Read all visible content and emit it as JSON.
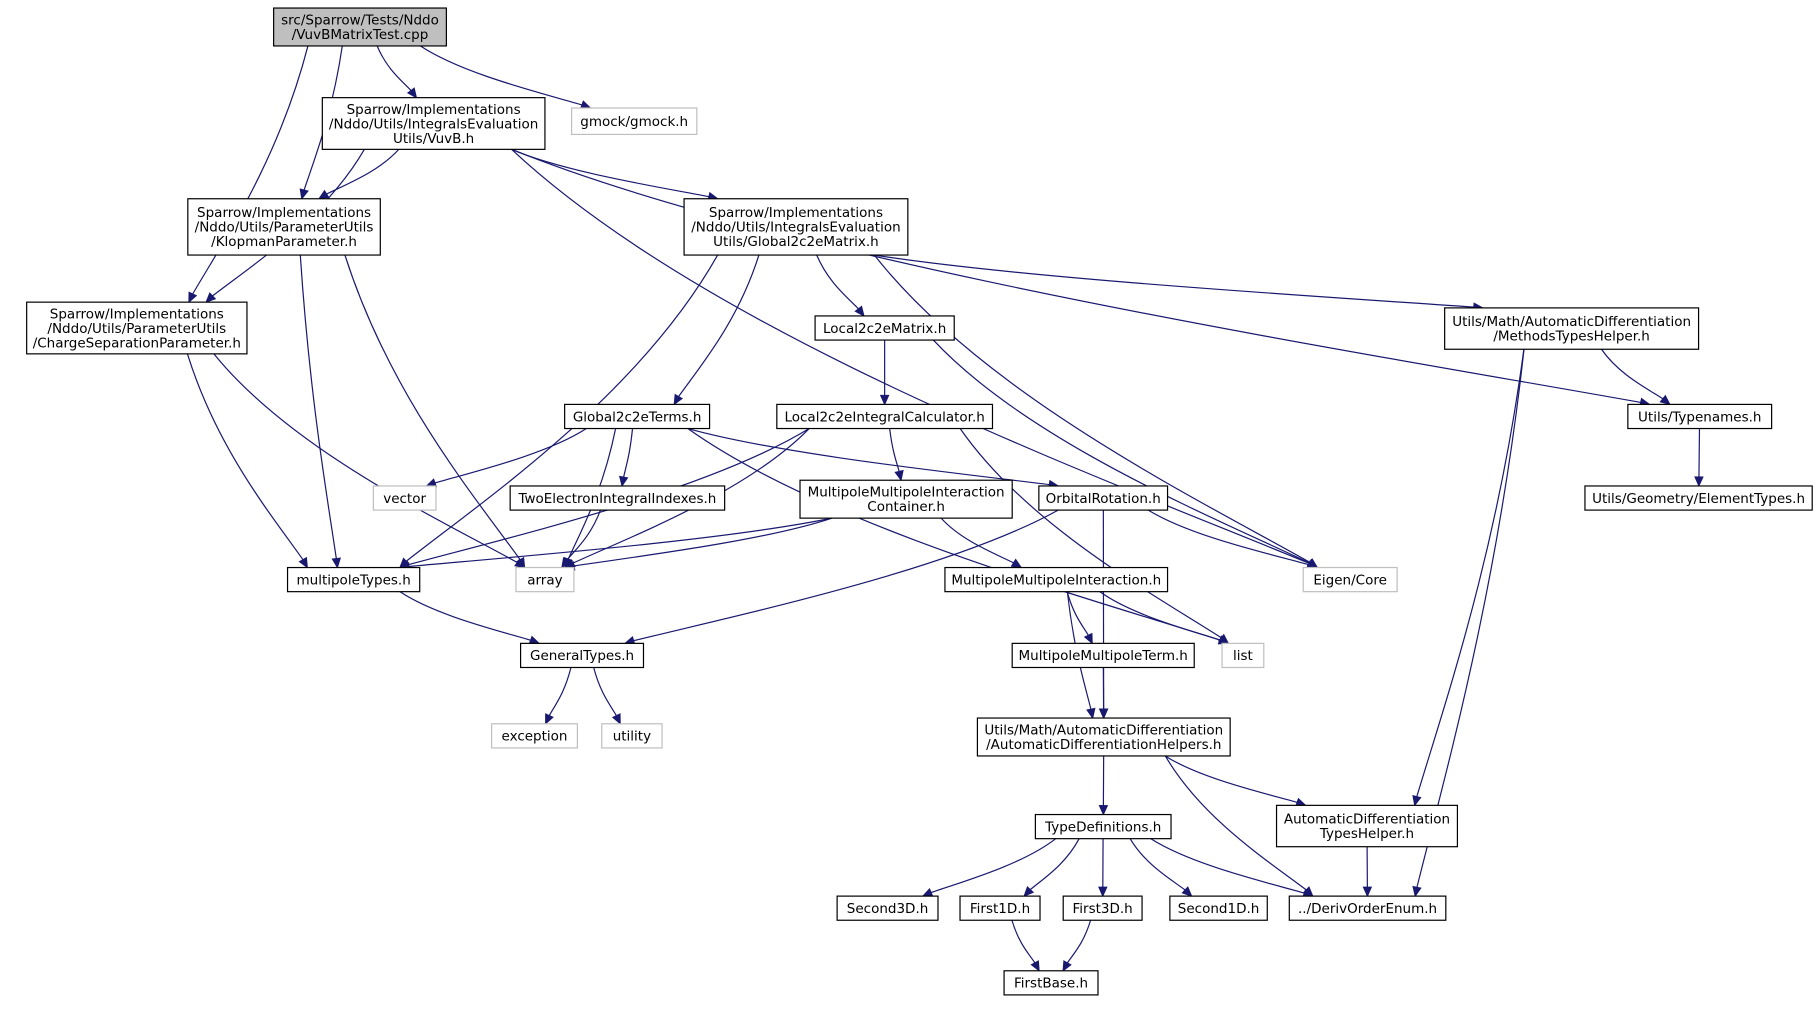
{
  "graph": {
    "title": "",
    "nodes": [
      {
        "id": "root",
        "kind": "root",
        "lines": [
          "src/Sparrow/Tests/Nddo",
          "/VuvBMatrixTest.cpp"
        ]
      },
      {
        "id": "vuvb",
        "kind": "normal",
        "lines": [
          "Sparrow/Implementations",
          "/Nddo/Utils/IntegralsEvaluation",
          "Utils/VuvB.h"
        ]
      },
      {
        "id": "gmock",
        "kind": "ext",
        "lines": [
          "gmock/gmock.h"
        ]
      },
      {
        "id": "klopman",
        "kind": "normal",
        "lines": [
          "Sparrow/Implementations",
          "/Nddo/Utils/ParameterUtils",
          "/KlopmanParameter.h"
        ]
      },
      {
        "id": "global2c2ematrix",
        "kind": "normal",
        "lines": [
          "Sparrow/Implementations",
          "/Nddo/Utils/IntegralsEvaluation",
          "Utils/Global2c2eMatrix.h"
        ]
      },
      {
        "id": "chargesep",
        "kind": "normal",
        "lines": [
          "Sparrow/Implementations",
          "/Nddo/Utils/ParameterUtils",
          "/ChargeSeparationParameter.h"
        ]
      },
      {
        "id": "local2c2ematrix",
        "kind": "normal",
        "lines": [
          "Local2c2eMatrix.h"
        ]
      },
      {
        "id": "methodstypes",
        "kind": "normal",
        "lines": [
          "Utils/Math/AutomaticDifferentiation",
          "/MethodsTypesHelper.h"
        ]
      },
      {
        "id": "global2c2eterms",
        "kind": "normal",
        "lines": [
          "Global2c2eTerms.h"
        ]
      },
      {
        "id": "local2c2ecalc",
        "kind": "normal",
        "lines": [
          "Local2c2eIntegralCalculator.h"
        ]
      },
      {
        "id": "typenames",
        "kind": "normal",
        "lines": [
          "Utils/Typenames.h"
        ]
      },
      {
        "id": "vector",
        "kind": "ext",
        "lines": [
          "vector"
        ]
      },
      {
        "id": "twoelectron",
        "kind": "normal",
        "lines": [
          "TwoElectronIntegralIndexes.h"
        ]
      },
      {
        "id": "multipolecontainer",
        "kind": "normal",
        "lines": [
          "MultipoleMultipoleInteraction",
          "Container.h"
        ]
      },
      {
        "id": "orbitalrotation",
        "kind": "normal",
        "lines": [
          "OrbitalRotation.h"
        ]
      },
      {
        "id": "elementtypes",
        "kind": "normal",
        "lines": [
          "Utils/Geometry/ElementTypes.h"
        ]
      },
      {
        "id": "multipoletypes",
        "kind": "normal",
        "lines": [
          "multipoleTypes.h"
        ]
      },
      {
        "id": "array",
        "kind": "ext",
        "lines": [
          "array"
        ]
      },
      {
        "id": "mmi",
        "kind": "normal",
        "lines": [
          "MultipoleMultipoleInteraction.h"
        ]
      },
      {
        "id": "eigen",
        "kind": "ext",
        "lines": [
          "Eigen/Core"
        ]
      },
      {
        "id": "generaltypes",
        "kind": "normal",
        "lines": [
          "GeneralTypes.h"
        ]
      },
      {
        "id": "mmterm",
        "kind": "normal",
        "lines": [
          "MultipoleMultipoleTerm.h"
        ]
      },
      {
        "id": "list",
        "kind": "ext",
        "lines": [
          "list"
        ]
      },
      {
        "id": "exception",
        "kind": "ext",
        "lines": [
          "exception"
        ]
      },
      {
        "id": "utility",
        "kind": "ext",
        "lines": [
          "utility"
        ]
      },
      {
        "id": "adhelpers",
        "kind": "normal",
        "lines": [
          "Utils/Math/AutomaticDifferentiation",
          "/AutomaticDifferentiationHelpers.h"
        ]
      },
      {
        "id": "typedefs",
        "kind": "normal",
        "lines": [
          "TypeDefinitions.h"
        ]
      },
      {
        "id": "adtypes",
        "kind": "normal",
        "lines": [
          "AutomaticDifferentiation",
          "TypesHelper.h"
        ]
      },
      {
        "id": "second3d",
        "kind": "normal",
        "lines": [
          "Second3D.h"
        ]
      },
      {
        "id": "first1d",
        "kind": "normal",
        "lines": [
          "First1D.h"
        ]
      },
      {
        "id": "first3d",
        "kind": "normal",
        "lines": [
          "First3D.h"
        ]
      },
      {
        "id": "second1d",
        "kind": "normal",
        "lines": [
          "Second1D.h"
        ]
      },
      {
        "id": "derivorder",
        "kind": "normal",
        "lines": [
          "../DerivOrderEnum.h"
        ]
      },
      {
        "id": "firstbase",
        "kind": "normal",
        "lines": [
          "FirstBase.h"
        ]
      }
    ],
    "edges": [
      {
        "from": "root",
        "to": "vuvb"
      },
      {
        "from": "root",
        "to": "gmock"
      },
      {
        "from": "root",
        "to": "klopman"
      },
      {
        "from": "root",
        "to": "chargesep"
      },
      {
        "from": "vuvb",
        "to": "klopman"
      },
      {
        "from": "vuvb",
        "to": "global2c2ematrix"
      },
      {
        "from": "vuvb",
        "to": "chargesep"
      },
      {
        "from": "vuvb",
        "to": "eigen"
      },
      {
        "from": "vuvb",
        "to": "typenames"
      },
      {
        "from": "klopman",
        "to": "multipoletypes"
      },
      {
        "from": "klopman",
        "to": "array"
      },
      {
        "from": "chargesep",
        "to": "multipoletypes"
      },
      {
        "from": "chargesep",
        "to": "array"
      },
      {
        "from": "global2c2ematrix",
        "to": "multipoletypes"
      },
      {
        "from": "global2c2ematrix",
        "to": "global2c2eterms"
      },
      {
        "from": "global2c2ematrix",
        "to": "local2c2ematrix"
      },
      {
        "from": "global2c2ematrix",
        "to": "methodstypes"
      },
      {
        "from": "global2c2ematrix",
        "to": "eigen"
      },
      {
        "from": "local2c2ematrix",
        "to": "local2c2ecalc"
      },
      {
        "from": "local2c2ematrix",
        "to": "eigen"
      },
      {
        "from": "global2c2eterms",
        "to": "array"
      },
      {
        "from": "global2c2eterms",
        "to": "vector"
      },
      {
        "from": "global2c2eterms",
        "to": "twoelectron"
      },
      {
        "from": "global2c2eterms",
        "to": "orbitalrotation"
      },
      {
        "from": "global2c2eterms",
        "to": "list"
      },
      {
        "from": "local2c2ecalc",
        "to": "multipoletypes"
      },
      {
        "from": "local2c2ecalc",
        "to": "array"
      },
      {
        "from": "local2c2ecalc",
        "to": "multipolecontainer"
      },
      {
        "from": "local2c2ecalc",
        "to": "list"
      },
      {
        "from": "twoelectron",
        "to": "array"
      },
      {
        "from": "multipolecontainer",
        "to": "multipoletypes"
      },
      {
        "from": "multipolecontainer",
        "to": "array"
      },
      {
        "from": "multipolecontainer",
        "to": "mmi"
      },
      {
        "from": "orbitalrotation",
        "to": "generaltypes"
      },
      {
        "from": "orbitalrotation",
        "to": "eigen"
      },
      {
        "from": "orbitalrotation",
        "to": "adhelpers"
      },
      {
        "from": "multipoletypes",
        "to": "generaltypes"
      },
      {
        "from": "methodstypes",
        "to": "typenames"
      },
      {
        "from": "methodstypes",
        "to": "adtypes"
      },
      {
        "from": "methodstypes",
        "to": "derivorder"
      },
      {
        "from": "typenames",
        "to": "elementtypes"
      },
      {
        "from": "mmi",
        "to": "mmterm"
      },
      {
        "from": "mmi",
        "to": "list"
      },
      {
        "from": "mmi",
        "to": "adhelpers"
      },
      {
        "from": "mmterm",
        "to": "adhelpers"
      },
      {
        "from": "generaltypes",
        "to": "exception"
      },
      {
        "from": "generaltypes",
        "to": "utility"
      },
      {
        "from": "adhelpers",
        "to": "typedefs"
      },
      {
        "from": "adhelpers",
        "to": "adtypes"
      },
      {
        "from": "adhelpers",
        "to": "derivorder"
      },
      {
        "from": "adtypes",
        "to": "derivorder"
      },
      {
        "from": "typedefs",
        "to": "second3d"
      },
      {
        "from": "typedefs",
        "to": "first1d"
      },
      {
        "from": "typedefs",
        "to": "first3d"
      },
      {
        "from": "typedefs",
        "to": "second1d"
      },
      {
        "from": "typedefs",
        "to": "derivorder"
      },
      {
        "from": "first1d",
        "to": "firstbase"
      },
      {
        "from": "first3d",
        "to": "firstbase"
      }
    ]
  }
}
